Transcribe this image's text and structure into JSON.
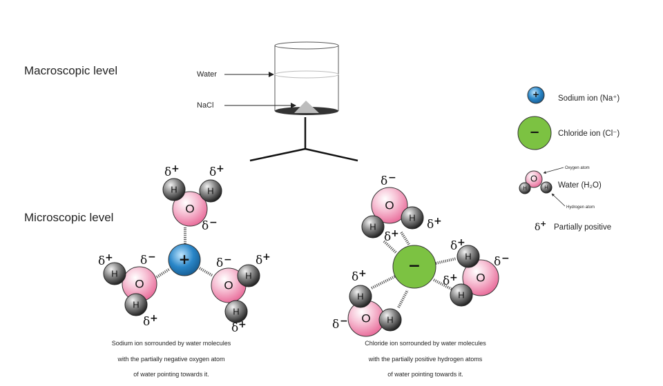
{
  "levels": {
    "macroscopic": "Macroscopic level",
    "microscopic": "Microscopic level"
  },
  "beaker": {
    "water_label": "Water",
    "nacl_label": "NaCl"
  },
  "legend": {
    "sodium_label": "Sodium ion (Na⁺)",
    "chloride_label": "Chloride ion (Cl⁻)",
    "water_label": "Water (H₂O)",
    "oxygen_note": "Oxygen atom",
    "hydrogen_note": "Hydrogen atom",
    "partial_label": "Partially positive"
  },
  "symbols": {
    "oxygen": "O",
    "hydrogen": "H",
    "delta": "δ",
    "plus": "+",
    "minus": "−",
    "ion_plus": "+",
    "ion_minus": "−"
  },
  "captions": {
    "sodium": [
      "Sodium ion sorrounded by water molecules",
      "with the partially negative oxygen atom",
      "of water pointing towards it."
    ],
    "chloride": [
      "Chloride ion sorrounded by water molecules",
      "with the partially positive hydrogen atoms",
      "of water pointing towards it."
    ]
  },
  "colors": {
    "sodium": "#2a86c8",
    "chloride": "#7cc242",
    "oxygen": "#f07fa8",
    "hydrogen": "#555555"
  }
}
